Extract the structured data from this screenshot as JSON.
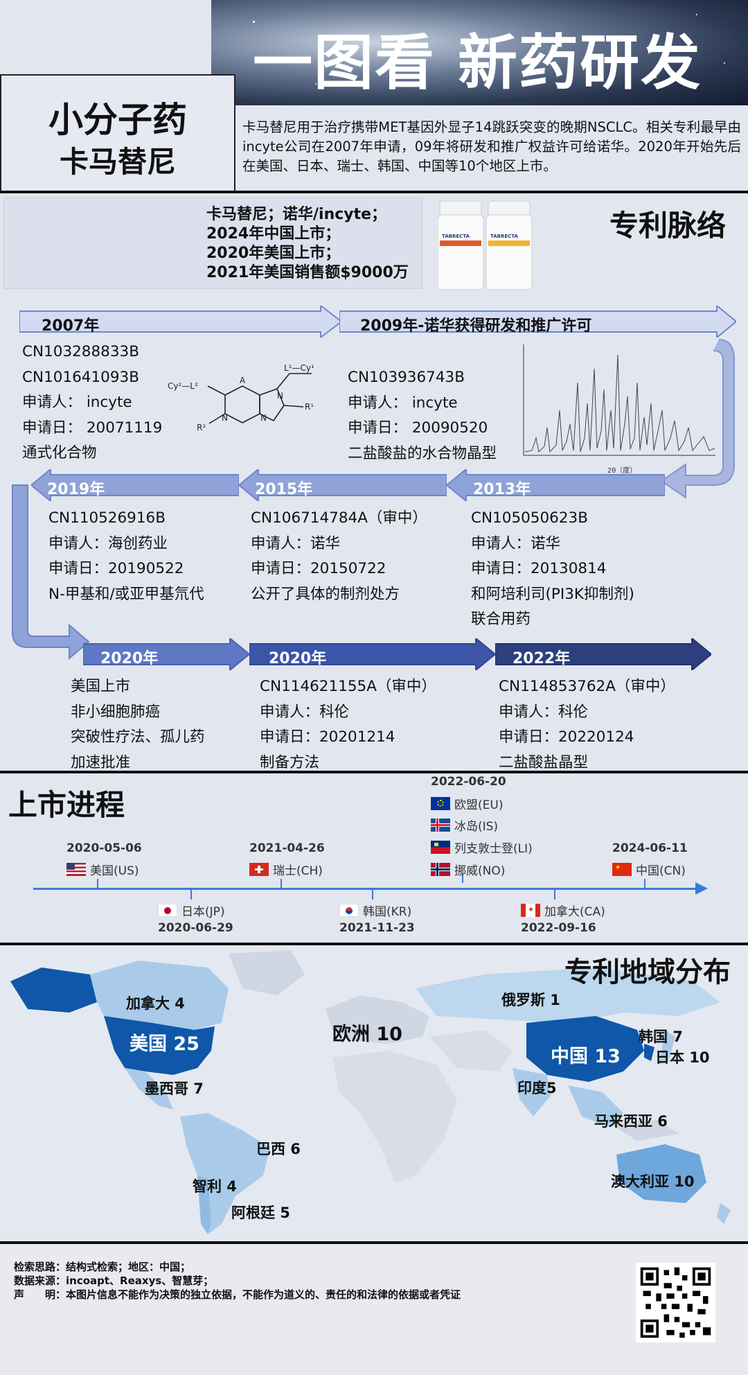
{
  "header": {
    "banner_title": "一图看 新药研发",
    "drug_type": "小分子药",
    "drug_name": "卡马替尼",
    "intro": "卡马替尼用于治疗携带MET基因外显子14跳跃突变的晚期NSCLC。相关专利最早由incyte公司在2007年申请，09年将研发和推广权益许可给诺华。2020年开始先后在美国、日本、瑞士、韩国、中国等10个地区上市。"
  },
  "patent_section": {
    "title": "专利脉络",
    "summary": [
      "卡马替尼；诺华/incyte；",
      "2024年中国上市；",
      "2020年美国上市；",
      "2021年美国销售额$9000万"
    ],
    "bottle_labels": [
      "TABRECTA",
      "TABRECTA"
    ],
    "row1": {
      "arrow1": "2007年",
      "arrow2": "2009年-诺华获得研发和推广许可",
      "col1": [
        "CN103288833B",
        "CN101641093B",
        "申请人： incyte",
        "申请日： 20071119",
        "通式化合物"
      ],
      "col2": [
        "CN103936743B",
        "申请人： incyte",
        "申请日： 20090520",
        "二盐酸盐的水合物晶型"
      ],
      "xrd_xlabel": "2θ（度）"
    },
    "row2": {
      "arrow1": "2019年",
      "arrow2": "2015年",
      "arrow3": "2013年",
      "col1": [
        "CN110526916B",
        "申请人：海创药业",
        "申请日：20190522",
        "N-甲基和/或亚甲基氘代"
      ],
      "col2": [
        "CN106714784A（审中）",
        "申请人：诺华",
        "申请日：20150722",
        "公开了具体的制剂处方"
      ],
      "col3": [
        "CN105050623B",
        "申请人：诺华",
        "申请日：20130814",
        "和阿培利司(PI3K抑制剂)",
        "联合用药"
      ]
    },
    "row3": {
      "arrow1": "2020年",
      "arrow2": "2020年",
      "arrow3": "2022年",
      "col1": [
        "美国上市",
        "非小细胞肺癌",
        "突破性疗法、孤儿药",
        "加速批准"
      ],
      "col2": [
        "CN114621155A（审中）",
        "申请人：科伦",
        "申请日：20201214",
        "制备方法"
      ],
      "col3": [
        "CN114853762A（审中）",
        "申请人：科伦",
        "申请日：20220124",
        "二盐酸盐晶型"
      ]
    }
  },
  "market_section": {
    "title": "上市进程",
    "top": [
      {
        "date": "2020-05-06",
        "country": "美国(US)"
      },
      {
        "date": "2021-04-26",
        "country": "瑞士(CH)"
      },
      {
        "date": "2022-06-20",
        "countries": [
          "欧盟(EU)",
          "冰岛(IS)",
          "列支敦士登(LI)",
          "挪威(NO)"
        ]
      },
      {
        "date": "2024-06-11",
        "country": "中国(CN)"
      }
    ],
    "bottom": [
      {
        "date": "2020-06-29",
        "country": "日本(JP)"
      },
      {
        "date": "2021-11-23",
        "country": "韩国(KR)"
      },
      {
        "date": "2022-09-16",
        "country": "加拿大(CA)"
      }
    ]
  },
  "geo_section": {
    "title": "专利地域分布",
    "regions": {
      "canada": "加拿大 4",
      "usa": "美国 25",
      "mexico": "墨西哥 7",
      "brazil": "巴西 6",
      "chile": "智利 4",
      "argentina": "阿根廷 5",
      "europe": "欧洲 10",
      "russia": "俄罗斯 1",
      "china": "中国 13",
      "korea": "韩国 7",
      "japan": "日本 10",
      "india": "印度5",
      "malaysia": "马来西亚 6",
      "australia": "澳大利亚 10"
    }
  },
  "footer": {
    "line1": "检索思路：结构式检索；地区：中国；",
    "line2": "数据来源：incoapt、Reaxys、智慧芽；",
    "line3": "声　　明：本图片信息不能作为决策的独立依据，不能作为道义的、责任的和法律的依据或者凭证"
  },
  "colors": {
    "arrow_light": "#d2dbf2",
    "arrow_mid": "#8fa3d8",
    "arrow_dark": "#2d3f7f",
    "map_dark": "#0f57a8",
    "map_light": "#a9cbe9",
    "timeline": "#3a7bd5"
  }
}
